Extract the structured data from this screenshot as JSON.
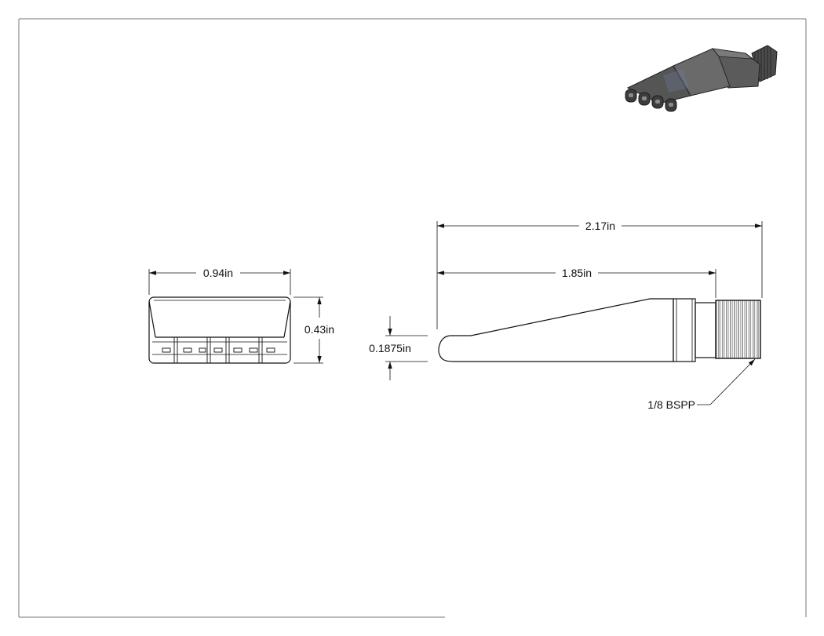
{
  "dimensions": {
    "front_width": "0.94in",
    "front_height": "0.43in",
    "overall_length": "2.17in",
    "body_length": "1.85in",
    "tip_thickness": "0.1875in"
  },
  "callouts": {
    "thread": "1/8 BSPP"
  },
  "colors": {
    "line": "#111111",
    "part_shade": "#5a5a5a",
    "border": "#777777"
  }
}
